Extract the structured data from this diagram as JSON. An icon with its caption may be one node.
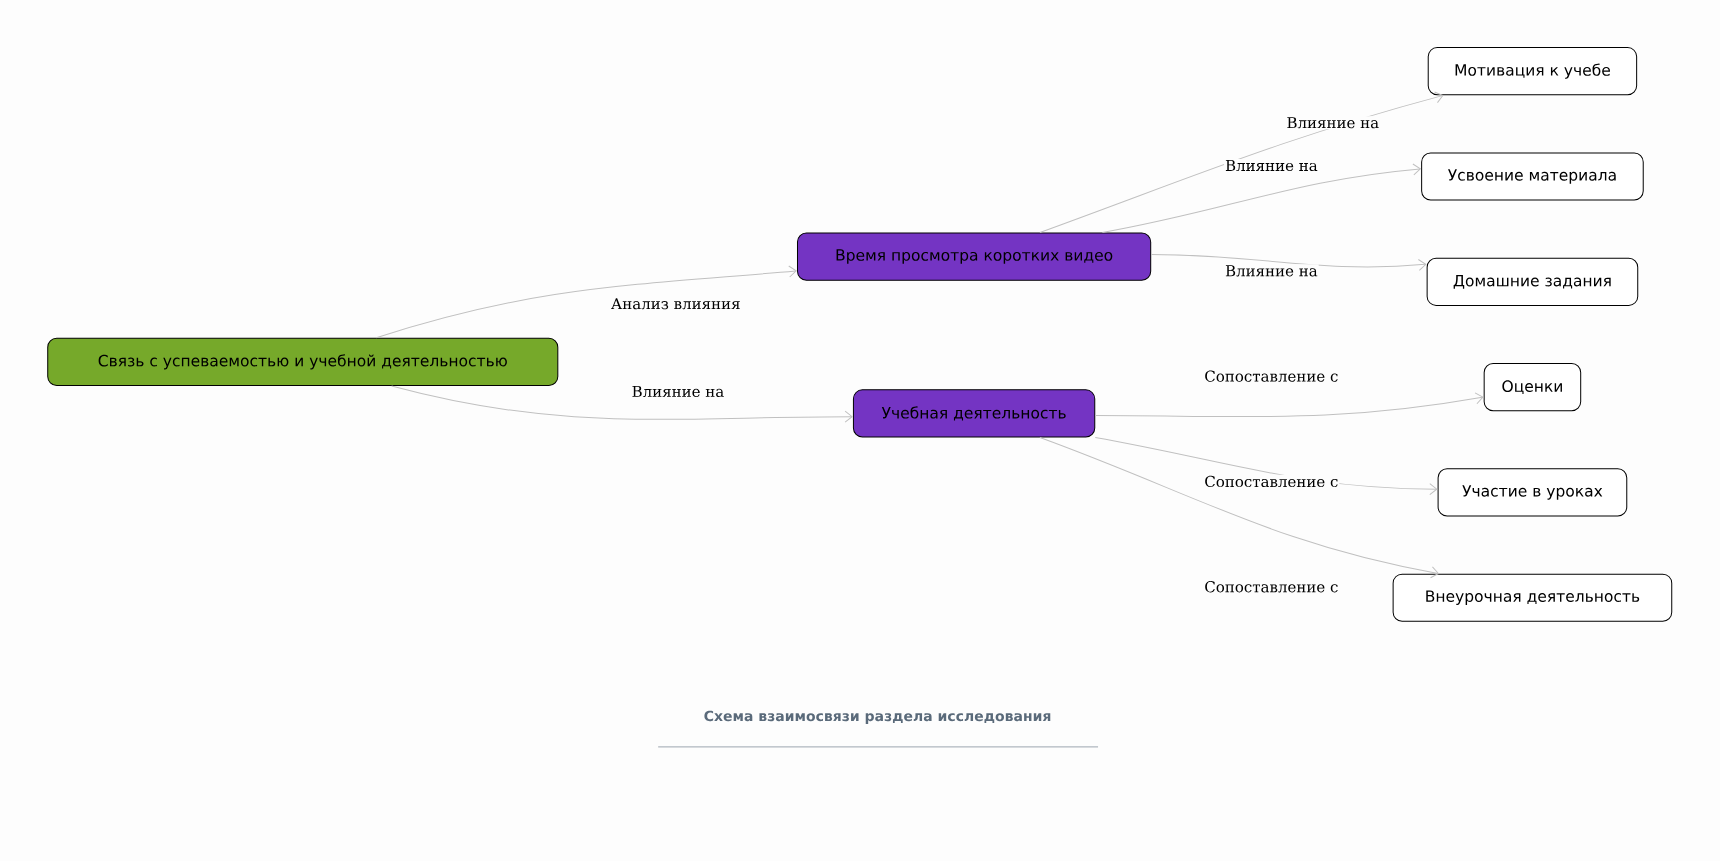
{
  "diagram": {
    "caption": "Схема взаимосвязи раздела исследования",
    "nodes": [
      {
        "text": [
          "Связь с успеваемостью и учебной деятельностью"
        ]
      },
      {
        "text": [
          "Время просмотра коротких видео"
        ]
      },
      {
        "text": [
          "Учебная деятельность"
        ]
      },
      {
        "text": [
          "Мотивация к учебе"
        ]
      },
      {
        "text": [
          "Усвоение материала"
        ]
      },
      {
        "text": [
          "Домашние задания"
        ]
      },
      {
        "text": [
          "Оценки"
        ]
      },
      {
        "text": [
          "Участие в уроках"
        ]
      },
      {
        "text": [
          "Внеурочная деятельность"
        ]
      }
    ],
    "edges": [
      {
        "from": 0,
        "to": 1,
        "arrow": "to",
        "label": "Анализ влияния"
      },
      {
        "from": 0,
        "to": 2,
        "arrow": "to",
        "label": "Влияние на"
      },
      {
        "from": 1,
        "to": 3,
        "arrow": "to",
        "label": "Влияние на"
      },
      {
        "from": 1,
        "to": 4,
        "arrow": "to",
        "label": "Влияние на"
      },
      {
        "from": 1,
        "to": 5,
        "arrow": "to",
        "label": "Влияние на"
      },
      {
        "from": 2,
        "to": 6,
        "arrow": "to",
        "label": "Сопоставление с"
      },
      {
        "from": 2,
        "to": 7,
        "arrow": "to",
        "label": "Сопоставление с"
      },
      {
        "from": 2,
        "to": 8,
        "arrow": "to",
        "label": "Сопоставление с"
      }
    ]
  }
}
